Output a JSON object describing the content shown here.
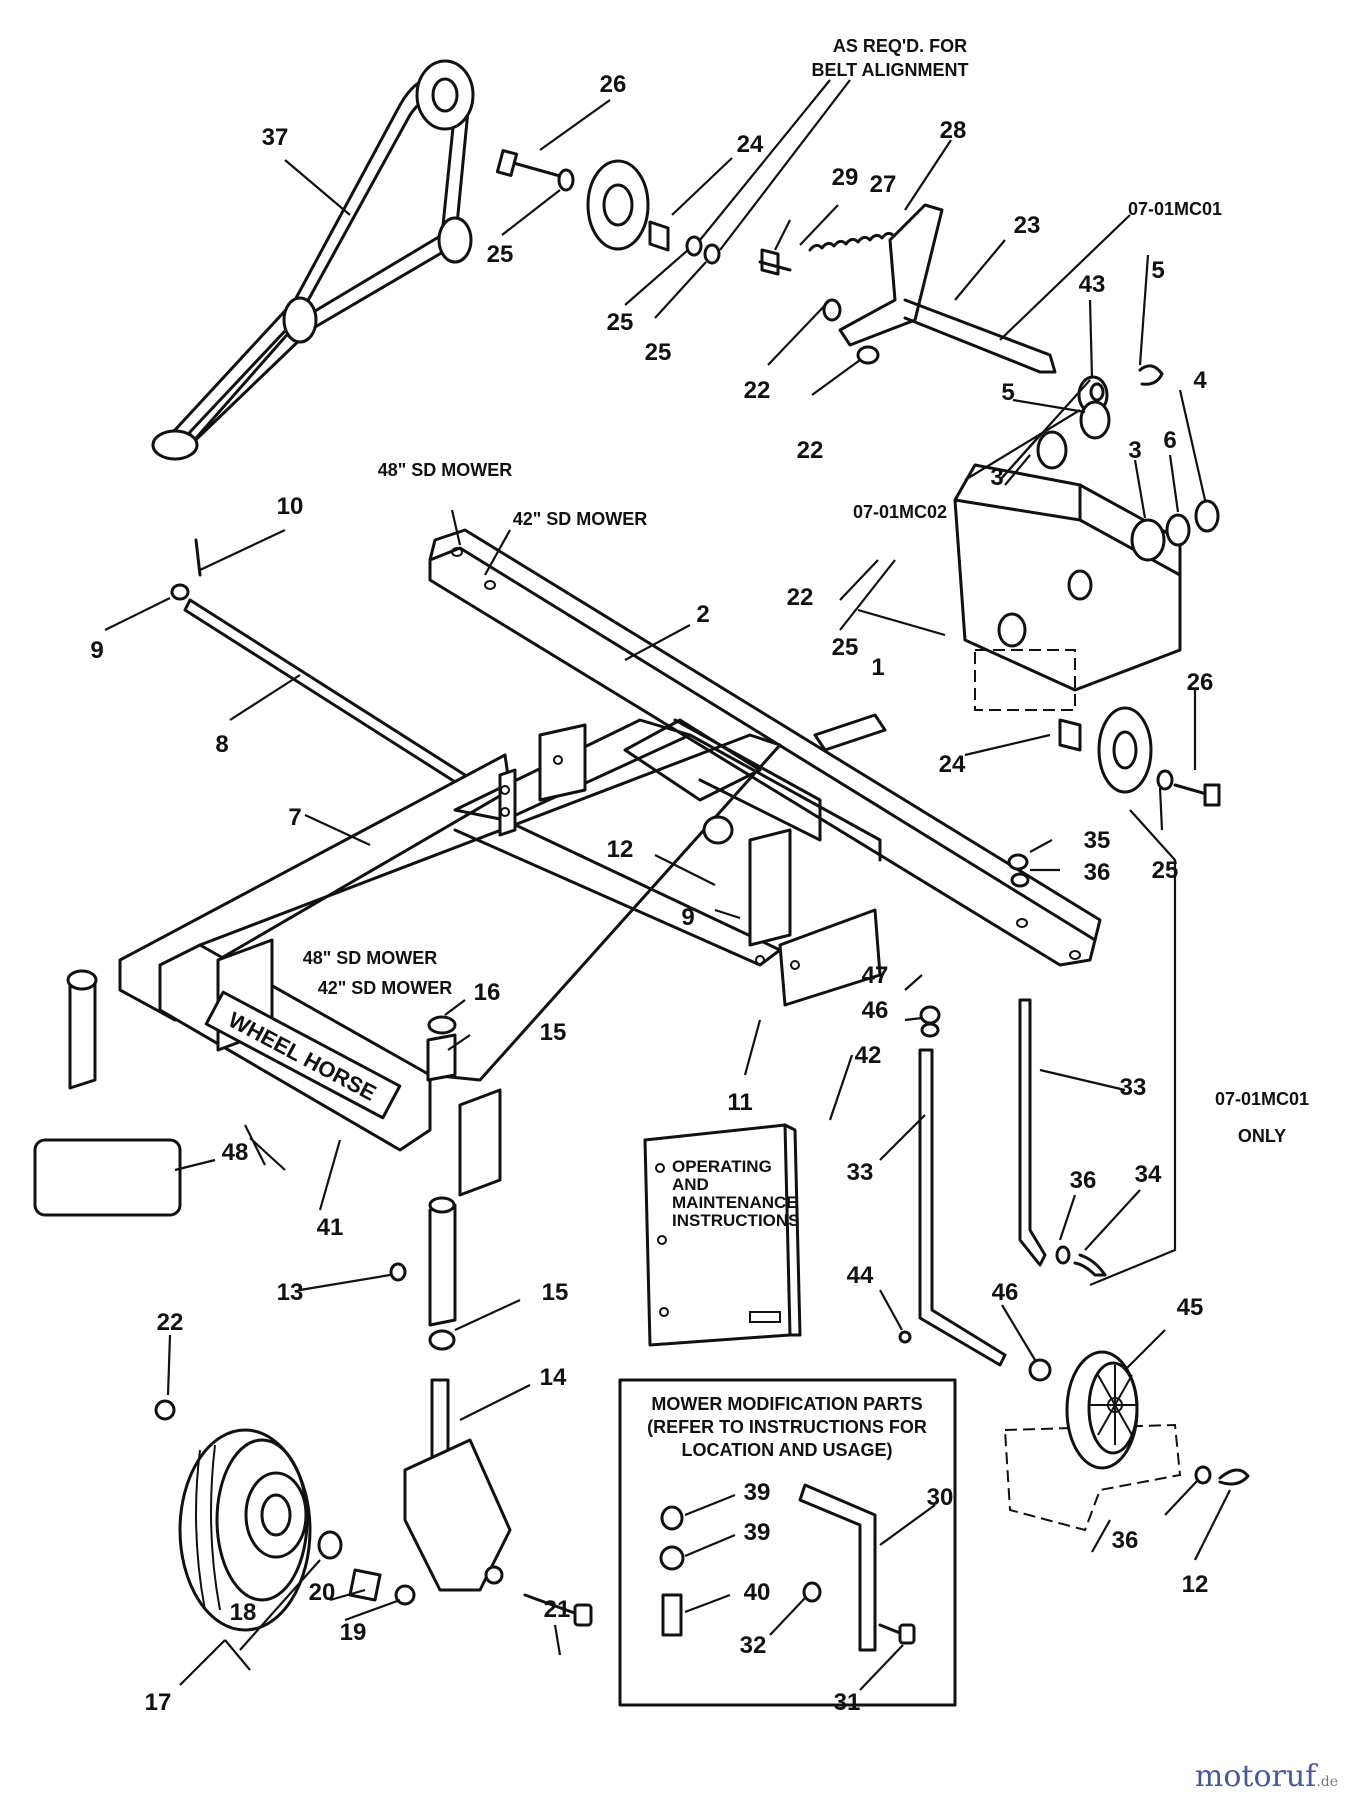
{
  "notes": {
    "belt_alignment_1": "AS REQ'D. FOR",
    "belt_alignment_2": "BELT ALIGNMENT",
    "mower_48_top": "48\" SD MOWER",
    "mower_42_top": "42\" SD MOWER",
    "mower_48_side": "48\" SD MOWER",
    "mower_42_side": "42\" SD MOWER",
    "ref_mc01_top": "07-01MC01",
    "ref_mc02": "07-01MC02",
    "ref_mc01_side": "07-01MC01",
    "ref_only": "ONLY"
  },
  "frame_label": "WHEEL HORSE",
  "manual": {
    "line1": "OPERATING",
    "line2": "AND",
    "line3": "MAINTENANCE",
    "line4": "INSTRUCTIONS"
  },
  "modification_box": {
    "line1": "MOWER MODIFICATION PARTS",
    "line2": "(REFER TO INSTRUCTIONS FOR",
    "line3": "LOCATION AND USAGE)"
  },
  "callouts": {
    "c37": "37",
    "c26a": "26",
    "c24a": "24",
    "c28": "28",
    "c29": "29",
    "c27": "27",
    "c23": "23",
    "c25a": "25",
    "c25b": "25",
    "c25c": "25",
    "c22a": "22",
    "c22b": "22",
    "c43": "43",
    "c5a": "5",
    "c5b": "5",
    "c4": "4",
    "c3a": "3",
    "c3b": "3",
    "c6": "6",
    "c10": "10",
    "c9a": "9",
    "c8": "8",
    "c2": "2",
    "c22c": "22",
    "c25d": "25",
    "c1": "1",
    "c24b": "24",
    "c26b": "26",
    "c25e": "25",
    "c7": "7",
    "c12a": "12",
    "c9b": "9",
    "c35": "35",
    "c36a": "36",
    "c16": "16",
    "c15a": "15",
    "c11": "11",
    "c42": "42",
    "c47": "47",
    "c46a": "46",
    "c33a": "33",
    "c33b": "33",
    "c48": "48",
    "c41": "41",
    "c13": "13",
    "c15b": "15",
    "c14": "14",
    "c22d": "22",
    "c36b": "36",
    "c34": "34",
    "c44": "44",
    "c46b": "46",
    "c45": "45",
    "c39a": "39",
    "c39b": "39",
    "c30": "30",
    "c40": "40",
    "c32": "32",
    "c31": "31",
    "c21": "21",
    "c18": "18",
    "c20": "20",
    "c19": "19",
    "c17": "17",
    "c36c": "36",
    "c12b": "12"
  },
  "watermark": {
    "brand": "motoruf",
    "tld": ".de"
  }
}
